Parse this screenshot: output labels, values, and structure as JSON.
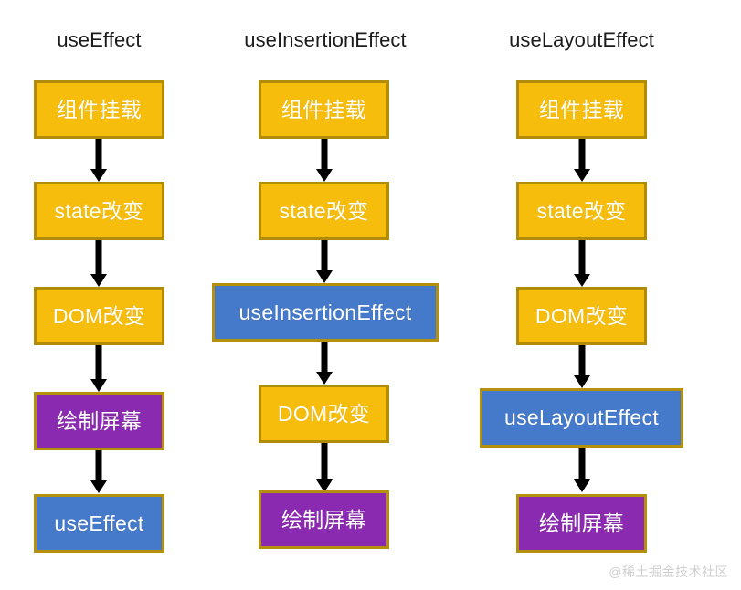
{
  "diagram": {
    "title_font_color": "#1b1b1b",
    "colors": {
      "yellow": "#f7bd0d",
      "purple": "#8a2ab0",
      "blue": "#4579c9",
      "border_gold": "#b5900c",
      "arrow": "#000000",
      "background": "#ffffff",
      "watermark": "#cfcfcf"
    },
    "columns": [
      {
        "title": "useEffect",
        "nodes": [
          {
            "label": "组件挂载",
            "kind": "yellow"
          },
          {
            "label": "state改变",
            "kind": "yellow"
          },
          {
            "label": "DOM改变",
            "kind": "yellow"
          },
          {
            "label": "绘制屏幕",
            "kind": "purple"
          },
          {
            "label": "useEffect",
            "kind": "blue"
          }
        ]
      },
      {
        "title": "useInsertionEffect",
        "nodes": [
          {
            "label": "组件挂载",
            "kind": "yellow"
          },
          {
            "label": "state改变",
            "kind": "yellow"
          },
          {
            "label": "useInsertionEffect",
            "kind": "blue"
          },
          {
            "label": "DOM改变",
            "kind": "yellow"
          },
          {
            "label": "绘制屏幕",
            "kind": "purple"
          }
        ]
      },
      {
        "title": "useLayoutEffect",
        "nodes": [
          {
            "label": "组件挂载",
            "kind": "yellow"
          },
          {
            "label": "state改变",
            "kind": "yellow"
          },
          {
            "label": "DOM改变",
            "kind": "yellow"
          },
          {
            "label": "useLayoutEffect",
            "kind": "blue"
          },
          {
            "label": "绘制屏幕",
            "kind": "purple"
          }
        ]
      }
    ]
  },
  "watermark": "@稀土掘金技术社区"
}
